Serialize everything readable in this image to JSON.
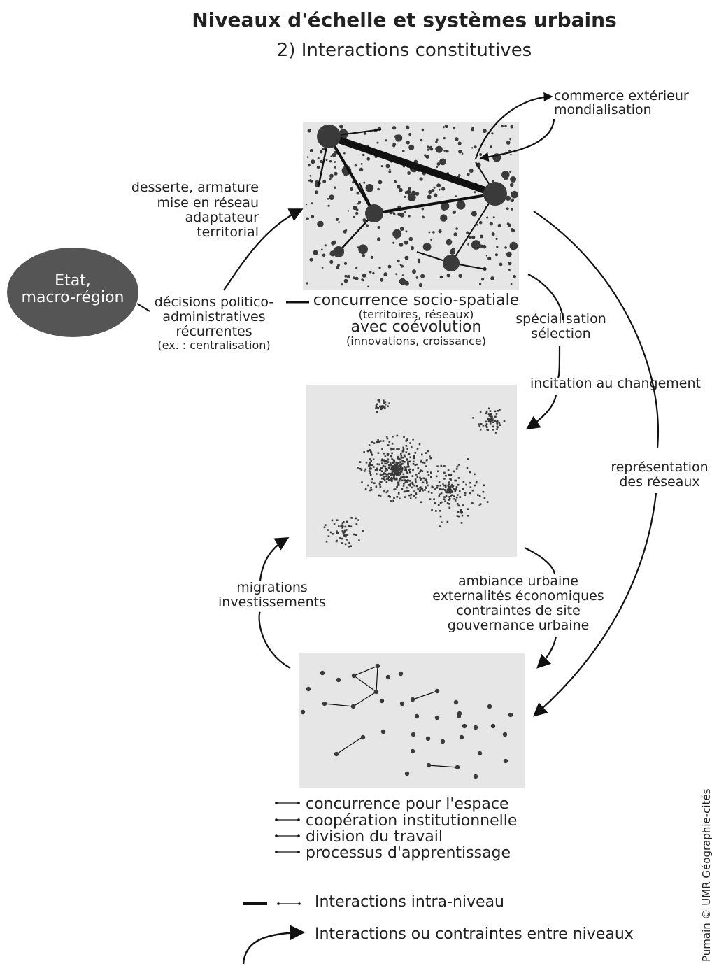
{
  "title": "Niveaux d'échelle et systèmes urbains",
  "subtitle": "2) Interactions constitutives",
  "state_oval": {
    "line1": "Etat,",
    "line2": "macro-région"
  },
  "labels": {
    "commerce_1": "commerce extérieur",
    "commerce_2": "mondialisation",
    "desserte_1": "desserte, armature",
    "desserte_2": "mise en réseau",
    "desserte_3": "adaptateur",
    "desserte_4": "territorial",
    "decisions_1": "décisions politico-",
    "decisions_2": "administratives",
    "decisions_3": "récurrentes",
    "decisions_4": "(ex. : centralisation)",
    "concurrence_1": "concurrence socio-spatiale",
    "concurrence_2": "(territoires, réseaux)",
    "concurrence_3": "avec coévolution",
    "concurrence_4": "(innovations, croissance)",
    "specialisation_1": "spécialisation",
    "specialisation_2": "sélection",
    "incitation": "incitation au changement",
    "representation_1": "représentation",
    "representation_2": "des réseaux",
    "migrations_1": "migrations",
    "migrations_2": "investissements",
    "ambiance_1": "ambiance urbaine",
    "ambiance_2": "externalités économiques",
    "ambiance_3": "contraintes de site",
    "ambiance_4": "gouvernance urbaine"
  },
  "bottom_list": [
    "concurrence pour l'espace",
    "coopération institutionnelle",
    "division du travail",
    "processus d'apprentissage"
  ],
  "legend": {
    "intra": "Interactions intra-niveau",
    "inter": "Interactions ou contraintes entre niveaux"
  },
  "credit": "Pumain © UMR Géographie-cités",
  "colors": {
    "panel": "#e6e6e6",
    "dot": "#3a3a3a",
    "oval": "#555555"
  }
}
